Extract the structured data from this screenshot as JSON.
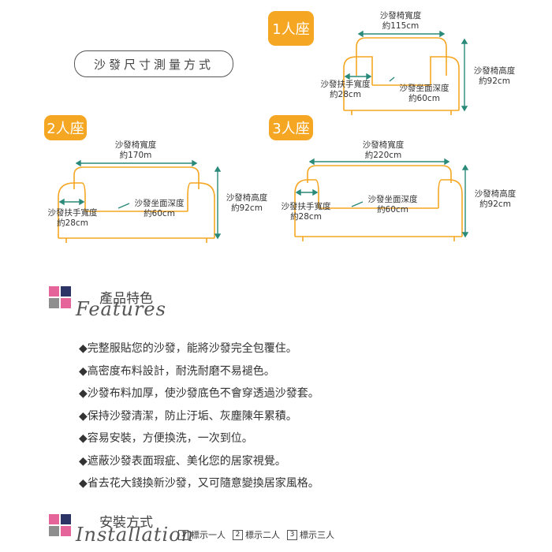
{
  "measure_title": "沙發尺寸測量方式",
  "sofas": {
    "one": {
      "badge": "1人座",
      "width_label": "沙發椅寬度",
      "width_value": "約115cm",
      "height_label": "沙發椅高度",
      "height_value": "約92cm",
      "arm_label": "沙發扶手寬度",
      "arm_value": "約28cm",
      "depth_label": "沙發坐面深度",
      "depth_value": "約60cm"
    },
    "two": {
      "badge": "2人座",
      "width_label": "沙發椅寬度",
      "width_value": "約170m",
      "height_label": "沙發椅高度",
      "height_value": "約92cm",
      "arm_label": "沙發扶手寬度",
      "arm_value": "約28cm",
      "depth_label": "沙發坐面深度",
      "depth_value": "約60cm"
    },
    "three": {
      "badge": "3人座",
      "width_label": "沙發椅寬度",
      "width_value": "約220cm",
      "height_label": "沙發椅高度",
      "height_value": "約92cm",
      "arm_label": "沙發扶手寬度",
      "arm_value": "約28cm",
      "depth_label": "沙發坐面深度",
      "depth_value": "約60cm"
    }
  },
  "features": {
    "title_cn": "產品特色",
    "title_en": "Features",
    "items": [
      "◆完整服貼您的沙發，能將沙發完全包覆住。",
      "◆高密度布料設計，耐洗耐磨不易褪色。",
      "◆沙發布料加厚，使沙發底色不會穿透過沙發套。",
      "◆保持沙發清潔，防止汙垢、灰塵陳年累積。",
      "◆容易安裝，方便換洗，一次到位。",
      "◆遮蔽沙發表面瑕疵、美化您的居家視覺。",
      "◆省去花大錢換新沙發，又可隨意變換居家風格。"
    ]
  },
  "install": {
    "title_cn": "安裝方式",
    "title_en": "Installation",
    "legend": [
      {
        "num": "1",
        "text": "標示一人"
      },
      {
        "num": "2",
        "text": "標示二人"
      },
      {
        "num": "3",
        "text": "標示三人"
      }
    ]
  },
  "colors": {
    "sofa_outline": "#f5a622",
    "arrow": "#2a8a7a",
    "square_pink": "#e5649a",
    "square_navy": "#2c3466",
    "square_gray": "#8e8e8e"
  }
}
